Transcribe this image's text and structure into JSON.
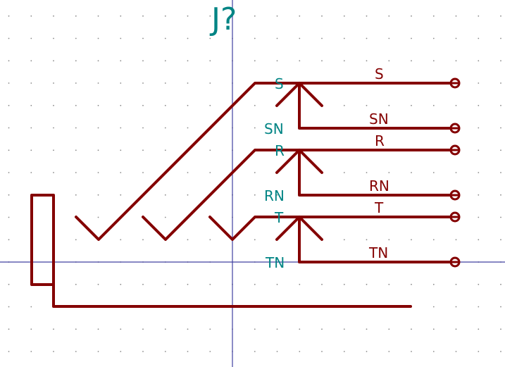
{
  "schematic": {
    "reference": "J?",
    "pin_labels": [
      "S",
      "SN",
      "R",
      "RN",
      "T",
      "TN"
    ],
    "pin_names": [
      "S",
      "SN",
      "R",
      "RN",
      "T",
      "TN"
    ]
  },
  "colors": {
    "body": "#840000",
    "label": "#008484",
    "axis": "#4040a0",
    "grid": "#8a8a8a",
    "background": "#ffffff"
  }
}
